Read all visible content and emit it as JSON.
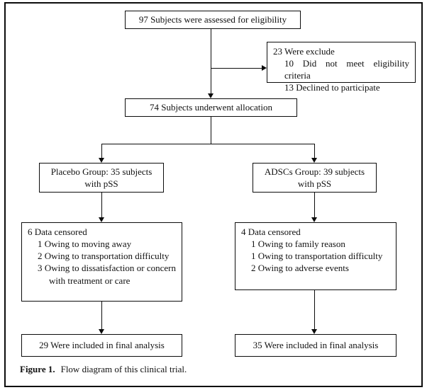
{
  "figure": {
    "caption_label": "Figure 1.",
    "caption_text": "Flow diagram of this clinical trial."
  },
  "flow": {
    "assessed": {
      "text": "97 Subjects were assessed for eligibility"
    },
    "excluded": {
      "title": "23 Were exclude",
      "items": [
        "10 Did not meet eligibility criteria",
        "13 Declined to participate"
      ]
    },
    "allocation": {
      "text": "74 Subjects underwent allocation"
    },
    "placebo_group": {
      "line1": "Placebo Group: 35 subjects",
      "line2": "with pSS"
    },
    "adscs_group": {
      "line1": "ADSCs Group: 39 subjects",
      "line2": "with pSS"
    },
    "placebo_censored": {
      "title": "6 Data censored",
      "items": [
        "1 Owing to moving away",
        "2 Owing to transportation difficulty",
        "3 Owing to dissatisfaction or concern with treatment or care"
      ]
    },
    "adscs_censored": {
      "title": "4 Data censored",
      "items": [
        "1 Owing to family reason",
        "1 Owing to transportation difficulty",
        "2 Owing to adverse events"
      ]
    },
    "placebo_final": {
      "text": "29 Were included in final analysis"
    },
    "adscs_final": {
      "text": "35 Were included in final analysis"
    }
  }
}
